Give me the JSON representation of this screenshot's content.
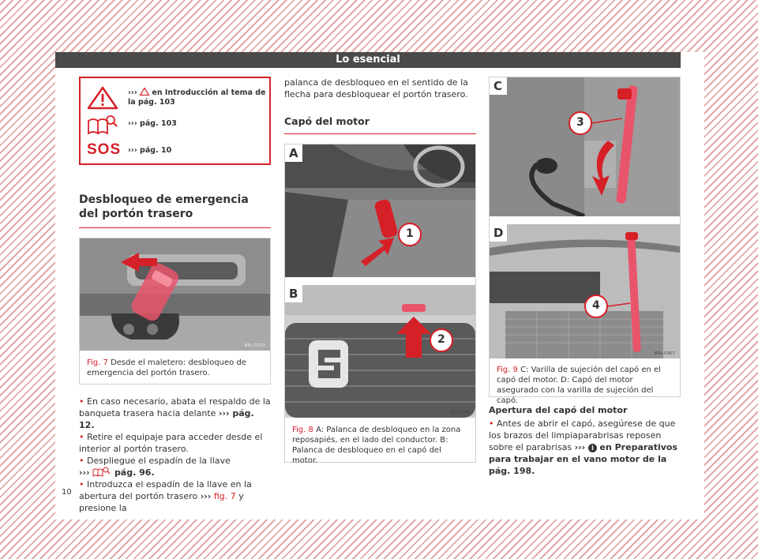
{
  "header": {
    "title": "Lo esencial"
  },
  "warnbox": {
    "row1": {
      "prefix": "›››",
      "text": "en Introducción al tema de la pág. 103"
    },
    "row2": {
      "text": "››› pág. 103"
    },
    "row3": {
      "icon_text": "SOS",
      "text": "››› pág. 10"
    }
  },
  "section1": {
    "title": "Desbloqueo de emergencia del portón trasero",
    "figure": {
      "code": "B5L-0272",
      "fig_label": "Fig. 7",
      "caption": "Desde el maletero: desbloqueo de emergencia del portón trasero."
    },
    "bullets": [
      {
        "bullet": "•",
        "text": "En caso necesario, abata el respaldo de la banqueta trasera hacia delante ",
        "ref": "››› pág. 12",
        "end": "."
      },
      {
        "bullet": "•",
        "text": "Retire el equipaje para acceder desde el interior al portón trasero."
      },
      {
        "bullet": "•",
        "text": "Despliegue el espadín de la llave",
        "ref": "››› ",
        "ref2": "pág. 96",
        "end": "."
      },
      {
        "bullet": "•",
        "text": "Introduzca el espadín de la llave en la abertura del portón trasero ",
        "arrow": "›››",
        "link": "fig. 7",
        "tail": "y presione la"
      }
    ]
  },
  "col2": {
    "continuation": "palanca de desbloqueo en el sentido de la flecha para desbloquear el portón trasero.",
    "subtitle": "Capó del motor",
    "figure": {
      "label_a": "A",
      "label_b": "B",
      "num1": "1",
      "num2": "2",
      "code": "B5L-0306",
      "fig_label": "Fig. 8",
      "caption": "A: Palanca de desbloqueo en la zona reposapiés, en el lado del conductor. B: Palanca de desbloqueo en el capó del motor."
    }
  },
  "col3": {
    "figure": {
      "label_c": "C",
      "label_d": "D",
      "num3": "3",
      "num4": "4",
      "code": "B5L-0307",
      "fig_label": "Fig. 9",
      "caption": "C: Varilla de sujeción del capó en el capó del motor. D: Capó del motor asegurado con la varilla de sujeción del capó."
    },
    "subtitle": "Apertura del capó del motor",
    "bullet": {
      "bullet": "•",
      "text": "Antes de abrir el capó, asegúrese de que los brazos del limpiaparabrisas reposen sobre el parabrisas ",
      "ref": "››› ",
      "info_icon": "i",
      "ref_tail": "en Preparativos para trabajar en el vano motor de la pág. 198",
      "end": "."
    }
  },
  "page_number": "10"
}
